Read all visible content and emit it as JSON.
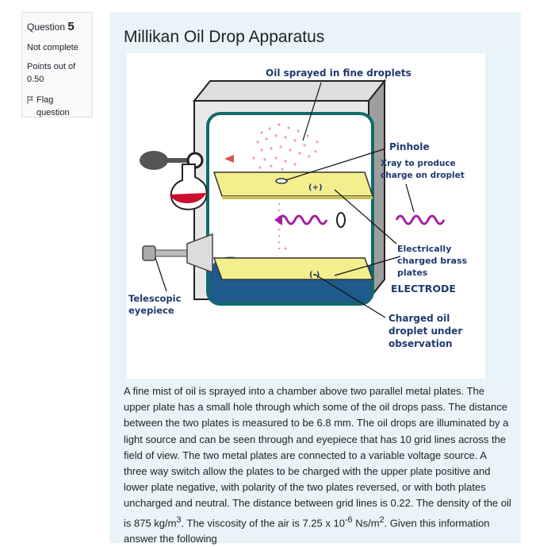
{
  "question": {
    "label": "Question",
    "number": "5",
    "status": "Not complete",
    "points": "Points out of 0.50",
    "flag_label": "Flag question"
  },
  "content": {
    "title": "Millikan Oil Drop Apparatus",
    "figure_labels": {
      "oil_sprayed": "Oil sprayed in fine droplets",
      "pinhole": "Pinhole",
      "xray_line1": "Xray to produce",
      "xray_line2": "charge on droplet",
      "plus": "(+)",
      "minus": "(-)",
      "plates_line1": "Electrically",
      "plates_line2": "charged brass",
      "plates_line3": "plates",
      "electrode": "ELECTRODE",
      "telescope_line1": "Telescopic",
      "telescope_line2": "eyepiece",
      "droplet_line1": "Charged oil",
      "droplet_line2": "droplet under",
      "droplet_line3": "observation"
    },
    "paragraph": {
      "part1": "A fine mist of oil is sprayed into a chamber above two parallel metal plates. The upper plate has a small hole through which some of the oil drops pass. The distance between the two plates is measured to be 6.8 mm. The oil drops are illuminated by a light source and can be seen through and eyepiece that has 10 grid lines across the field of view.  The two metal plates are connected to a variable voltage source.  A three way switch allow the plates to be charged with the upper plate positive and lower plate negative, with polarity of the two plates reversed, or with both plates uncharged and neutral. The distance between grid lines is 0.22. The density of the oil is 875 kg/m",
      "density_exp": "3",
      "part2": ".   The viscosity of the air is 7.25 x 10",
      "viscosity_exp": "-6",
      "part3": " Ns/m",
      "viscosity_unit_exp": "2",
      "part4": ". Given this information answer the following"
    }
  }
}
